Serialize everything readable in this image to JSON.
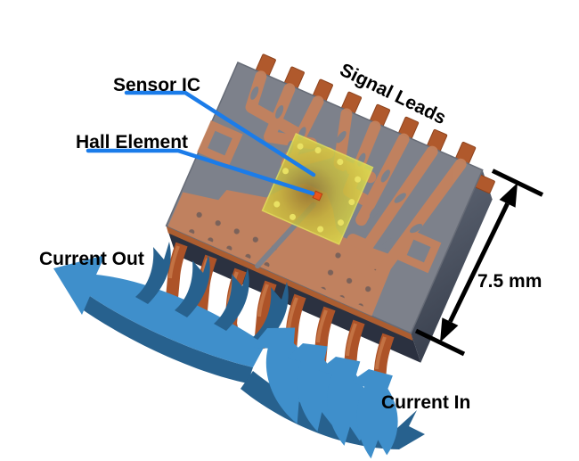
{
  "figure": {
    "labels": {
      "sensor_ic": "Sensor IC",
      "hall_element": "Hall Element",
      "signal_leads": "Signal Leads",
      "current_out": "Current Out",
      "current_in": "Current In",
      "dimension": "7.5 mm"
    },
    "colors": {
      "leader_blue": "#1b7ce9",
      "arrow_light": "#3f8fcb",
      "arrow_dark": "#27618e",
      "copper_exposed": "#ad5328",
      "copper_leadframe": "#c6825c",
      "package_gray": "#7d818b",
      "package_front_dark": "#2b3140",
      "package_side_gray": "#5a6170",
      "die_yellow": "#dfe24c",
      "hall_orange": "#e8561c",
      "text_black": "#000000"
    }
  }
}
